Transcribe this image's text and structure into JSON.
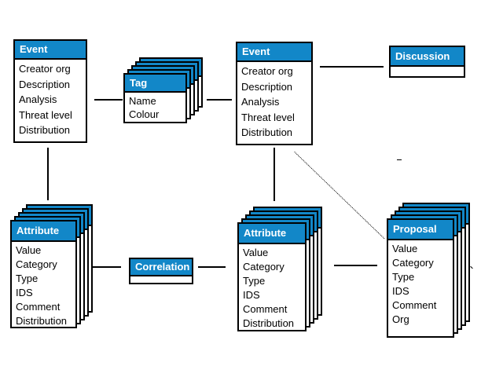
{
  "colors": {
    "header_bg": "#1287c8",
    "header_text": "#ffffff",
    "border": "#000000",
    "connector": "#000000",
    "body_bg": "#ffffff"
  },
  "entities": {
    "event_left": {
      "title": "Event",
      "fields": [
        "Creator org",
        "Description",
        "Analysis",
        "Threat level",
        "Distribution"
      ],
      "stacked": false
    },
    "tag": {
      "title": "Tag",
      "fields": [
        "Name",
        "Colour"
      ],
      "stacked": true,
      "stack_count": 5
    },
    "event_right": {
      "title": "Event",
      "fields": [
        "Creator org",
        "Description",
        "Analysis",
        "Threat level",
        "Distribution"
      ],
      "stacked": false
    },
    "discussion": {
      "title": "Discussion",
      "fields": [],
      "stacked": false
    },
    "attribute_left": {
      "title": "Attribute",
      "fields": [
        "Value",
        "Category",
        "Type",
        "IDS",
        "Comment",
        "Distribution"
      ],
      "stacked": true,
      "stack_count": 5
    },
    "correlation": {
      "title": "Correlation",
      "fields": [],
      "stacked": false
    },
    "attribute_middle": {
      "title": "Attribute",
      "fields": [
        "Value",
        "Category",
        "Type",
        "IDS",
        "Comment",
        "Distribution"
      ],
      "stacked": true,
      "stack_count": 5
    },
    "proposal": {
      "title": "Proposal",
      "fields": [
        "Value",
        "Category",
        "Type",
        "IDS",
        "Comment",
        "Org"
      ],
      "stacked": true,
      "stack_count": 5
    }
  },
  "connections": [
    {
      "from": "event_left",
      "to": "tag",
      "style": "solid"
    },
    {
      "from": "tag",
      "to": "event_right",
      "style": "solid"
    },
    {
      "from": "event_right",
      "to": "discussion",
      "style": "solid"
    },
    {
      "from": "event_left",
      "to": "attribute_left",
      "style": "solid"
    },
    {
      "from": "event_right",
      "to": "attribute_middle",
      "style": "solid"
    },
    {
      "from": "attribute_left",
      "to": "correlation",
      "style": "solid"
    },
    {
      "from": "correlation",
      "to": "attribute_middle",
      "style": "solid"
    },
    {
      "from": "attribute_middle",
      "to": "proposal",
      "style": "solid"
    },
    {
      "from": "event_right",
      "to": "proposal",
      "style": "dotted-diagonal"
    }
  ]
}
